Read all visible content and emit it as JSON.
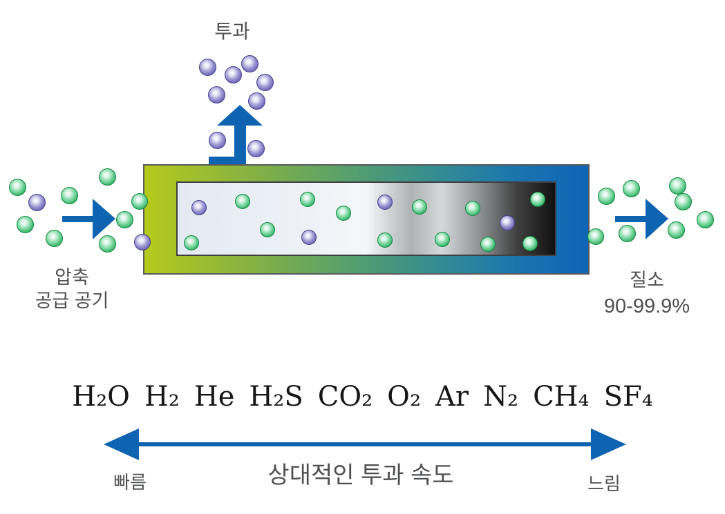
{
  "colors": {
    "arrow_blue": "#0f64b2",
    "green_molecule": "#2fae5f",
    "purple_molecule": "#655ead",
    "label_gray": "#4f5052",
    "formula_ink": "#161616",
    "module_gradient_left": "#b7ca1c",
    "module_gradient_right": "#0e65b6",
    "membrane_core_left": "#e3eaf2",
    "membrane_core_right": "#101010"
  },
  "labels": {
    "permeate": "투과",
    "feed_line1": "압축",
    "feed_line2": "공급 공기",
    "retentate_line1": "질소",
    "retentate_line2": "90-99.9%",
    "scale_fast": "빠름",
    "scale_slow": "느림",
    "scale_title": "상대적인 투과 속도"
  },
  "gases": [
    "H₂O",
    "H₂",
    "He",
    "H₂S",
    "CO₂",
    "O₂",
    "Ar",
    "N₂",
    "CH₄",
    "SF₄"
  ],
  "icons": [
    "permeate-arrow-icon",
    "feed-arrow-icon",
    "outlet-arrow-icon",
    "rate-scale-arrow-icon"
  ],
  "molecules": {
    "species": {
      "g": "green-molecule",
      "p": "purple-molecule"
    },
    "dot_groups": [
      {
        "name": "permeate-molecules",
        "size": 25,
        "dots": [
          [
            300,
            97,
            "p"
          ],
          [
            337,
            108,
            "p"
          ],
          [
            361,
            92,
            "p"
          ],
          [
            383,
            119,
            "p"
          ],
          [
            313,
            137,
            "p"
          ],
          [
            371,
            146,
            "p"
          ],
          [
            314,
            203,
            "p"
          ],
          [
            370,
            215,
            "p"
          ]
        ]
      },
      {
        "name": "feed-molecules",
        "size": 25,
        "dots": [
          [
            25,
            271,
            "g"
          ],
          [
            100,
            283,
            "g"
          ],
          [
            155,
            256,
            "g"
          ],
          [
            36,
            325,
            "g"
          ],
          [
            78,
            345,
            "g"
          ],
          [
            180,
            318,
            "g"
          ],
          [
            155,
            353,
            "g"
          ],
          [
            53,
            293,
            "p"
          ]
        ]
      },
      {
        "name": "module-edge-molecules",
        "size": 24,
        "dots": [
          [
            202,
            292,
            "g"
          ],
          [
            206,
            351,
            "p"
          ],
          [
            862,
            343,
            "g"
          ]
        ]
      },
      {
        "name": "membrane-molecules",
        "size": 22,
        "dots": [
          [
            288,
            301,
            "p"
          ],
          [
            351,
            292,
            "g"
          ],
          [
            277,
            352,
            "g"
          ],
          [
            387,
            333,
            "g"
          ],
          [
            445,
            289,
            "g"
          ],
          [
            447,
            344,
            "p"
          ],
          [
            497,
            309,
            "g"
          ],
          [
            557,
            348,
            "g"
          ],
          [
            557,
            293,
            "p"
          ],
          [
            607,
            300,
            "g"
          ],
          [
            640,
            347,
            "g"
          ],
          [
            684,
            302,
            "g"
          ],
          [
            706,
            354,
            "g"
          ],
          [
            734,
            323,
            "p"
          ],
          [
            767,
            353,
            "g"
          ],
          [
            778,
            289,
            "g"
          ]
        ]
      },
      {
        "name": "outlet-molecules",
        "size": 25,
        "dots": [
          [
            877,
            284,
            "g"
          ],
          [
            913,
            273,
            "g"
          ],
          [
            907,
            338,
            "g"
          ],
          [
            980,
            269,
            "g"
          ],
          [
            988,
            292,
            "g"
          ],
          [
            1020,
            318,
            "g"
          ],
          [
            978,
            333,
            "g"
          ]
        ]
      }
    ]
  }
}
